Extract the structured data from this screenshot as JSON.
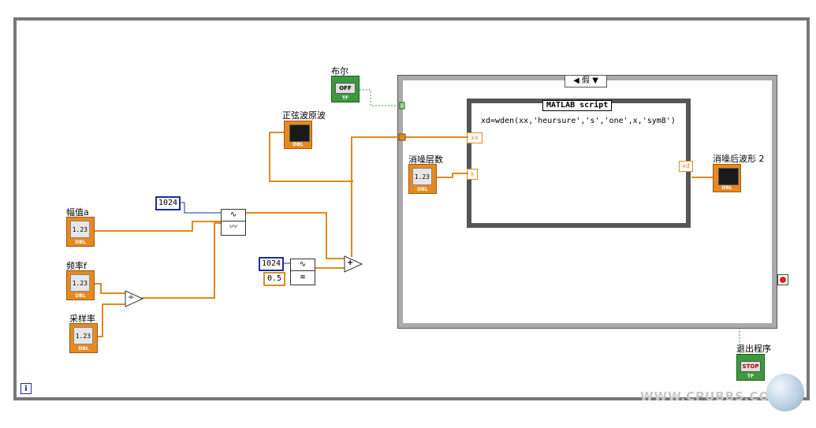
{
  "case_selector": {
    "value": "假"
  },
  "matlab": {
    "title": "MATLAB script",
    "code": "xd=wden(xx,'heursure','s','one',x,'sym8')",
    "in1": "xx",
    "in2": "x",
    "out": "xd"
  },
  "labels": {
    "bool": "布尔",
    "sine_graph": "正弦波原波",
    "denoise_levels": "消噪层数",
    "denoised_graph": "消噪后波形 2",
    "amplitude": "幅值a",
    "frequency": "频率f",
    "sample_rate": "采样率",
    "exit": "退出程序"
  },
  "constants": {
    "samples1": "1024",
    "samples2": "1024",
    "noise_amp": "0.5"
  },
  "controls": {
    "numeric_value": "1.23",
    "dbl_tag": "DBL",
    "bool_off": "OFF",
    "tf_tag": "TF",
    "stop_text": "STOP"
  },
  "ops": {
    "divide": "÷",
    "add": "+"
  },
  "loop_iteration": "i",
  "watermark": "WWW.CPUBBS.COM",
  "colors": {
    "wire_orange": "#e08a1e",
    "wire_blue": "#1c2f9b",
    "bool_green": "#3c9a3c",
    "frame_gray": "#777777"
  }
}
